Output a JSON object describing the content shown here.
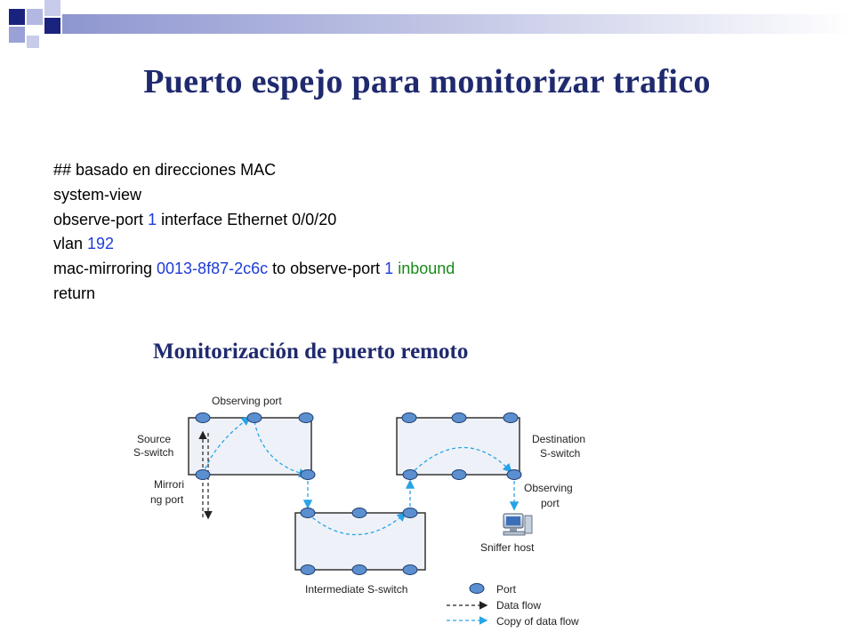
{
  "colors": {
    "title": "#1f2a6e",
    "code_value_blue": "#1e3bd8",
    "code_value_green": "#1a8a1a",
    "decor_navy": "#1a237e",
    "decor_lavender": "#aab0e0",
    "switch_fill": "#eef2f8",
    "port_fill": "#5b8fd0",
    "copy_flow": "#29a3e8"
  },
  "title": "Puerto espejo para monitorizar trafico",
  "code": {
    "line1": "## basado en direcciones MAC",
    "line2": "system-view",
    "line3": {
      "a": "observe-port ",
      "b": "1",
      "c": " interface Ethernet 0/0/20"
    },
    "line4": {
      "a": "vlan ",
      "b": "192"
    },
    "line5": {
      "a": "mac-mirroring ",
      "b": "0013-8f87-2c6c",
      "c": " to observe-port ",
      "d": "1",
      "e": " inbound"
    },
    "line6": "return"
  },
  "subtitle": "Monitorización de puerto remoto",
  "diagram": {
    "observing_port_top": "Observing port",
    "source_switch": [
      "Source",
      "S-switch"
    ],
    "mirroring_port": [
      "Mirrori",
      "ng port"
    ],
    "destination_switch": [
      "Destination",
      "S-switch"
    ],
    "observing_port_right": [
      "Observing",
      "port"
    ],
    "sniffer_host": "Sniffer host",
    "intermediate_switch": "Intermediate S-switch",
    "legend": {
      "port": "Port",
      "data_flow": "Data flow",
      "copy_flow": "Copy of data flow"
    }
  }
}
